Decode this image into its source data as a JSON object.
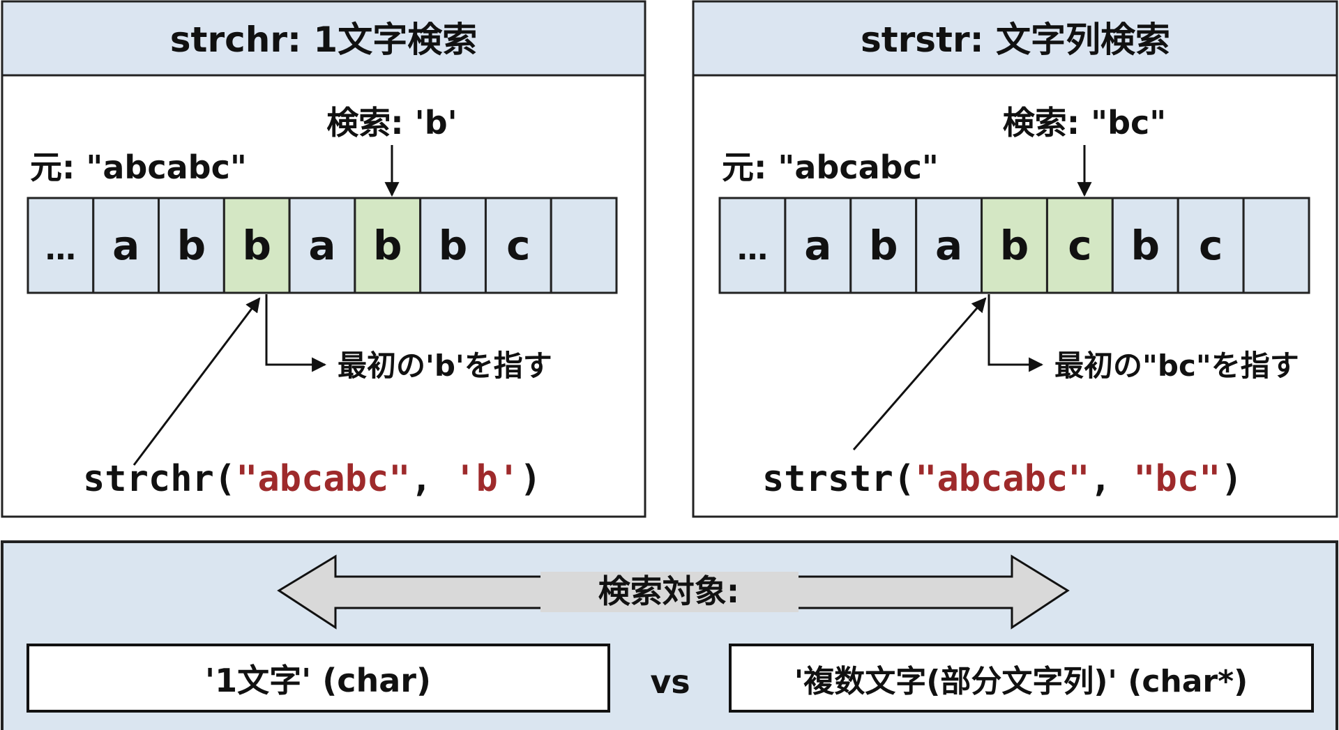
{
  "colors": {
    "header_bg": "#dbe5f1",
    "cell_bg": "#dae5f0",
    "match_bg": "#d4e7c4",
    "string_red": "#9e2a2b",
    "arrow_gray": "#d9d9d9"
  },
  "left": {
    "title": "strchr: 1文字検索",
    "source_label": "元: \"abcabc\"",
    "search_label": "検索: 'b'",
    "cells": [
      "…",
      "a",
      "b",
      "b",
      "a",
      "b",
      "b",
      "c",
      ""
    ],
    "highlight": [
      3,
      5
    ],
    "search_arrow_cell": 5,
    "pointer_label": "最初の'b'を指す",
    "code": {
      "fn": "strchr(",
      "arg1": "\"abcabc\"",
      "sep": ", ",
      "arg2": "'b'",
      "close": ")"
    }
  },
  "right": {
    "title": "strstr: 文字列検索",
    "source_label": "元: \"abcabc\"",
    "search_label": "検索: \"bc\"",
    "cells": [
      "…",
      "a",
      "b",
      "a",
      "b",
      "c",
      "b",
      "c",
      ""
    ],
    "highlight": [
      4,
      5
    ],
    "search_arrow_cell": 5,
    "pointer_label": "最初の\"bc\"を指す",
    "code": {
      "fn": "strstr(",
      "arg1": "\"abcabc\"",
      "sep": ", ",
      "arg2": "\"bc\"",
      "close": ")"
    }
  },
  "bottom": {
    "arrow_label": "検索対象:",
    "left_box": "'1文字' (char)",
    "vs": "vs",
    "right_box": "'複数文字(部分文字列)' (char*)"
  }
}
